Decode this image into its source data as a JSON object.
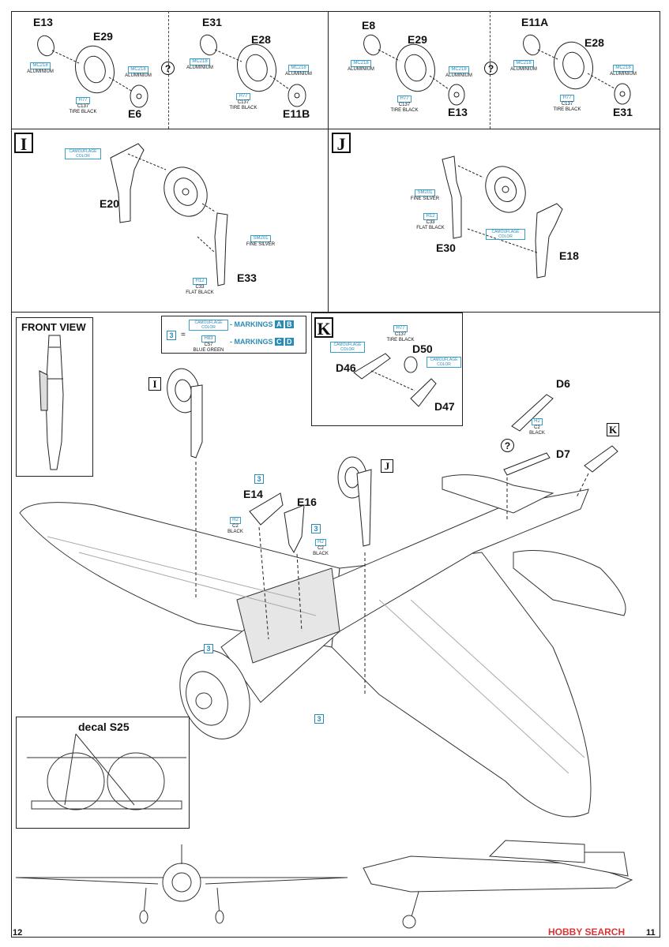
{
  "top_panels": [
    {
      "top_part": "E13",
      "tire": "E29",
      "hub": "E6",
      "c1_code": "MC218",
      "c1_name": "ALUMINIUM",
      "c2_code": "MC218",
      "c2_name": "ALUMINIUM",
      "t_code": "H77",
      "t_code2": "C137",
      "t_name": "TIRE BLACK"
    },
    {
      "top_part": "E31",
      "tire": "E28",
      "hub": "E11B",
      "c1_code": "MC218",
      "c1_name": "ALUMINIUM",
      "c2_code": "MC218",
      "c2_name": "ALUMINIUM",
      "t_code": "H77",
      "t_code2": "C137",
      "t_name": "TIRE BLACK"
    },
    {
      "top_part": "E8",
      "tire": "E29",
      "hub": "E13",
      "c1_code": "MC218",
      "c1_name": "ALUMINIUM",
      "c2_code": "MC218",
      "c2_name": "ALUMINIUM",
      "t_code": "H77",
      "t_code2": "C137",
      "t_name": "TIRE BLACK"
    },
    {
      "top_part": "E11A",
      "tire": "E28",
      "hub": "E31",
      "c1_code": "MC218",
      "c1_name": "ALUMINIUM",
      "c2_code": "MC218",
      "c2_name": "ALUMINIUM",
      "t_code": "H77",
      "t_code2": "C137",
      "t_name": "TIRE BLACK"
    }
  ],
  "question_mark": "?",
  "step_i": {
    "letter": "I",
    "door": "E20",
    "leg": "E33",
    "camo": "CAMOUFLAGE COLOR",
    "silver_code": "SM201",
    "silver_name": "FINE SILVER",
    "black_code": "H12",
    "black_code2": "C33",
    "black_name": "FLAT BLACK"
  },
  "step_j": {
    "letter": "J",
    "leg": "E30",
    "door": "E18",
    "camo": "CAMOUFLAGE COLOR",
    "silver_code": "SM201",
    "silver_name": "FINE SILVER",
    "black_code": "H12",
    "black_code2": "C33",
    "black_name": "FLAT BLACK"
  },
  "front_view": {
    "title": "FRONT VIEW"
  },
  "legend": {
    "num": "3",
    "eq": "=",
    "row1_color": "CAMOUFLAGE COLOR",
    "row1_text": "- MARKINGS",
    "row1_a": "A",
    "row1_b": "B",
    "row2_code": "H83",
    "row2_code2": "C57",
    "row2_name": "BLUE GREEN",
    "row2_text": "- MARKINGS",
    "row2_c": "C",
    "row2_d": "D"
  },
  "step_k": {
    "letter": "K",
    "p1": "D50",
    "p2": "D46",
    "p3": "D47",
    "camo1": "CAMOUFLAGE COLOR",
    "camo2": "CAMOUFLAGE COLOR",
    "tire_code": "H77",
    "tire_code2": "C137",
    "tire_name": "TIRE BLACK"
  },
  "main": {
    "d6": "D6",
    "d7": "D7",
    "d_code": "H2",
    "d_code2": "C2",
    "d_name": "BLACK",
    "e14": "E14",
    "e16": "E16",
    "e14_code": "H2",
    "e14_code2": "C2",
    "e14_name": "BLACK",
    "e16_code": "H2",
    "e16_code2": "C2",
    "e16_name": "BLACK",
    "ref_i": "I",
    "ref_j": "J",
    "ref_k": "K",
    "three": "3"
  },
  "decal_view": {
    "title": "decal S25"
  },
  "page_left": "12",
  "page_right": "11",
  "watermark": "HOBBY SEARCH"
}
